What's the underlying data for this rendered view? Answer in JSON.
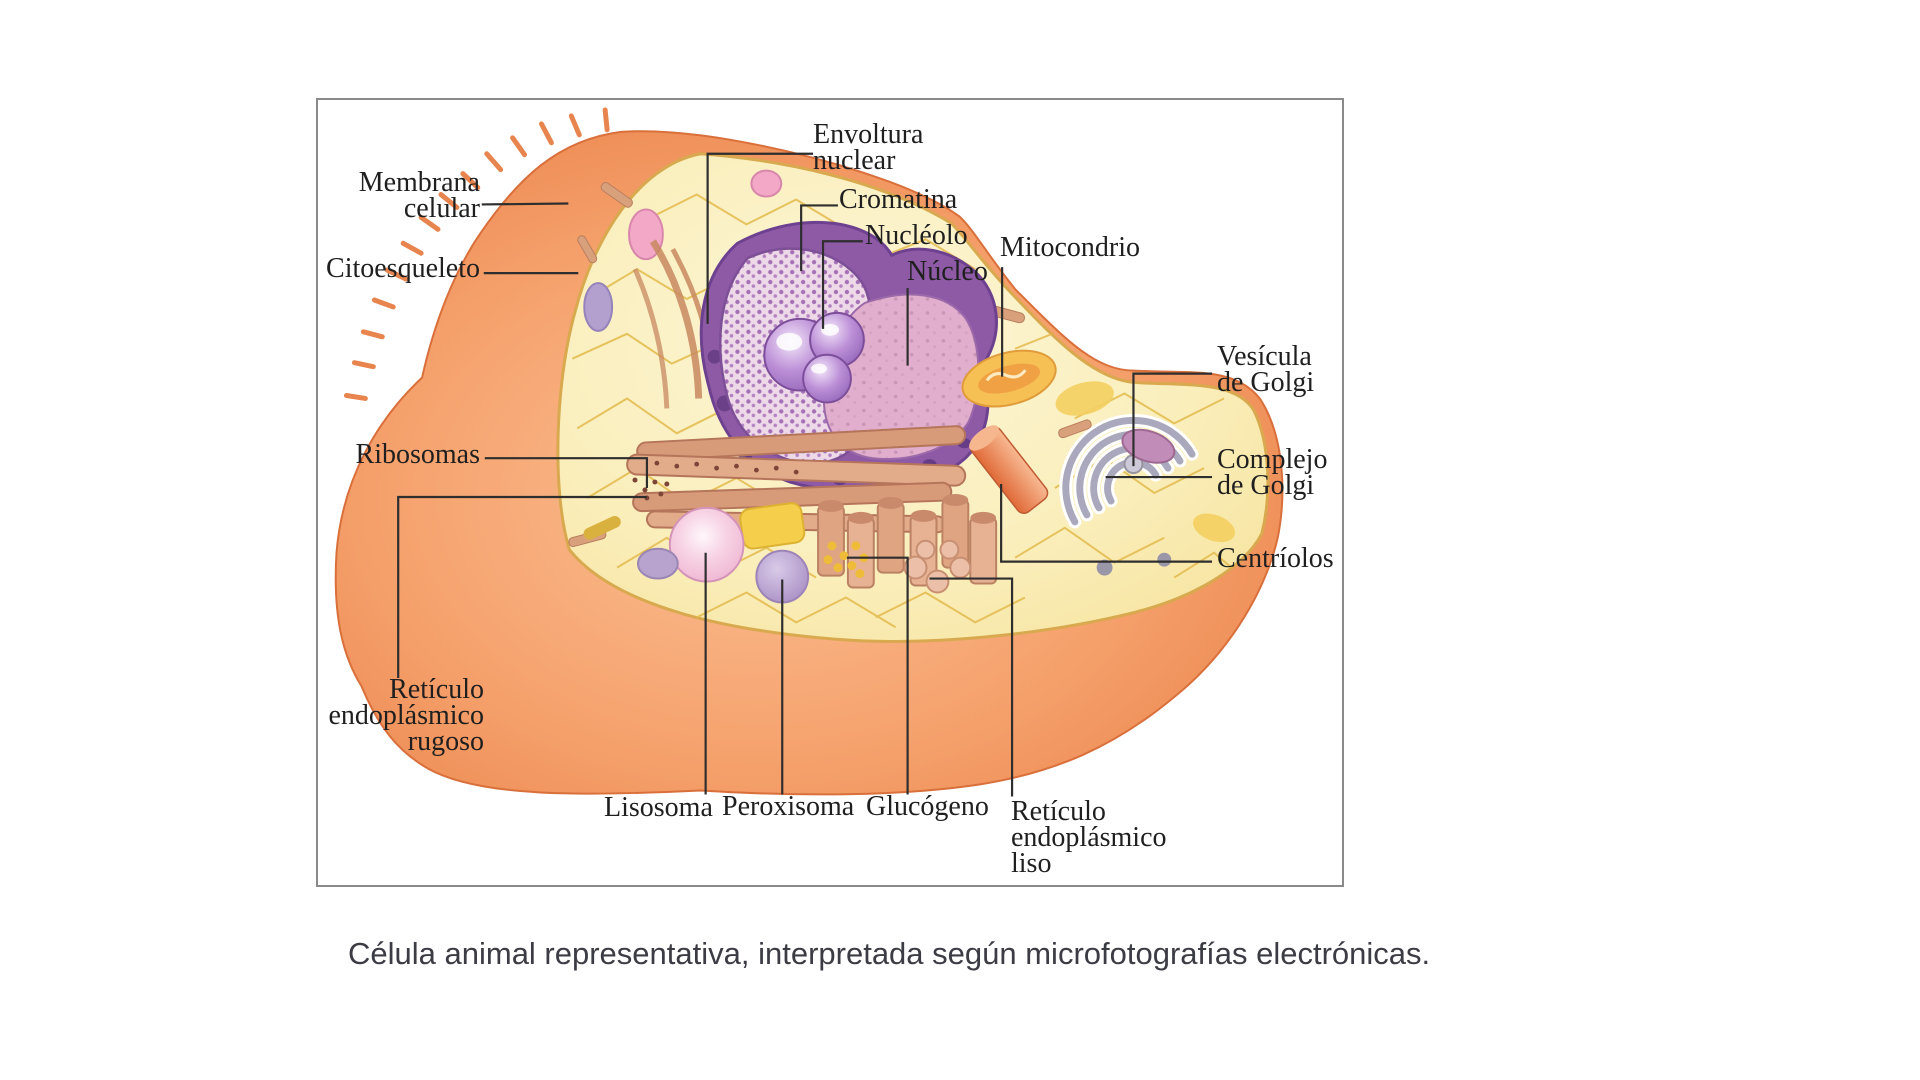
{
  "figure": {
    "caption": "Célula animal representativa, interpretada según microfotografías electrónicas.",
    "labels": [
      {
        "id": "membrana-celular",
        "text": "Membrana\ncelular"
      },
      {
        "id": "citoesqueleto",
        "text": "Citoesqueleto"
      },
      {
        "id": "envoltura-nuclear",
        "text": "Envoltura\nnuclear"
      },
      {
        "id": "cromatina",
        "text": "Cromatina"
      },
      {
        "id": "nucleolo",
        "text": "Nucléolo"
      },
      {
        "id": "nucleo",
        "text": "Núcleo"
      },
      {
        "id": "mitocondrio",
        "text": "Mitocondrio"
      },
      {
        "id": "vesicula-de-golgi",
        "text": "Vesícula\nde Golgi"
      },
      {
        "id": "complejo-de-golgi",
        "text": "Complejo\nde Golgi"
      },
      {
        "id": "centriolos",
        "text": "Centríolos"
      },
      {
        "id": "ribosomas",
        "text": "Ribosomas"
      },
      {
        "id": "reticulo-endoplasmico-rugoso",
        "text": "Retículo\nendoplásmico\nrugoso"
      },
      {
        "id": "lisosoma",
        "text": "Lisosoma"
      },
      {
        "id": "peroxisoma",
        "text": "Peroxisoma"
      },
      {
        "id": "glucogeno",
        "text": "Glucógeno"
      },
      {
        "id": "reticulo-endoplasmico-liso",
        "text": "Retículo\nendoplásmico\nliso"
      }
    ],
    "colors": {
      "cell_orange": "#f29a66",
      "cell_orange_rim": "#e87d44",
      "cytoplasm_yellow": "#faeebb",
      "mesh_yellow": "#e4bd52",
      "nucleus_envelope_purple": "#8e5aa6",
      "nucleus_face_pink": "#e2aecd",
      "nucleolus_purple": "#bb8ed6",
      "er_tan": "#d89b79",
      "golgi_gray": "#aaa8bc",
      "mitochondrion_yellow": "#f6c055",
      "centriole_orange": "#e06a38",
      "lysosome_pink": "#f7d3e5",
      "peroxisome_lavender": "#ab92c6",
      "glycogen_yellow": "#f5ce4b",
      "leader_line": "#2e2e2e",
      "frame_border": "#8a8a8a"
    }
  }
}
